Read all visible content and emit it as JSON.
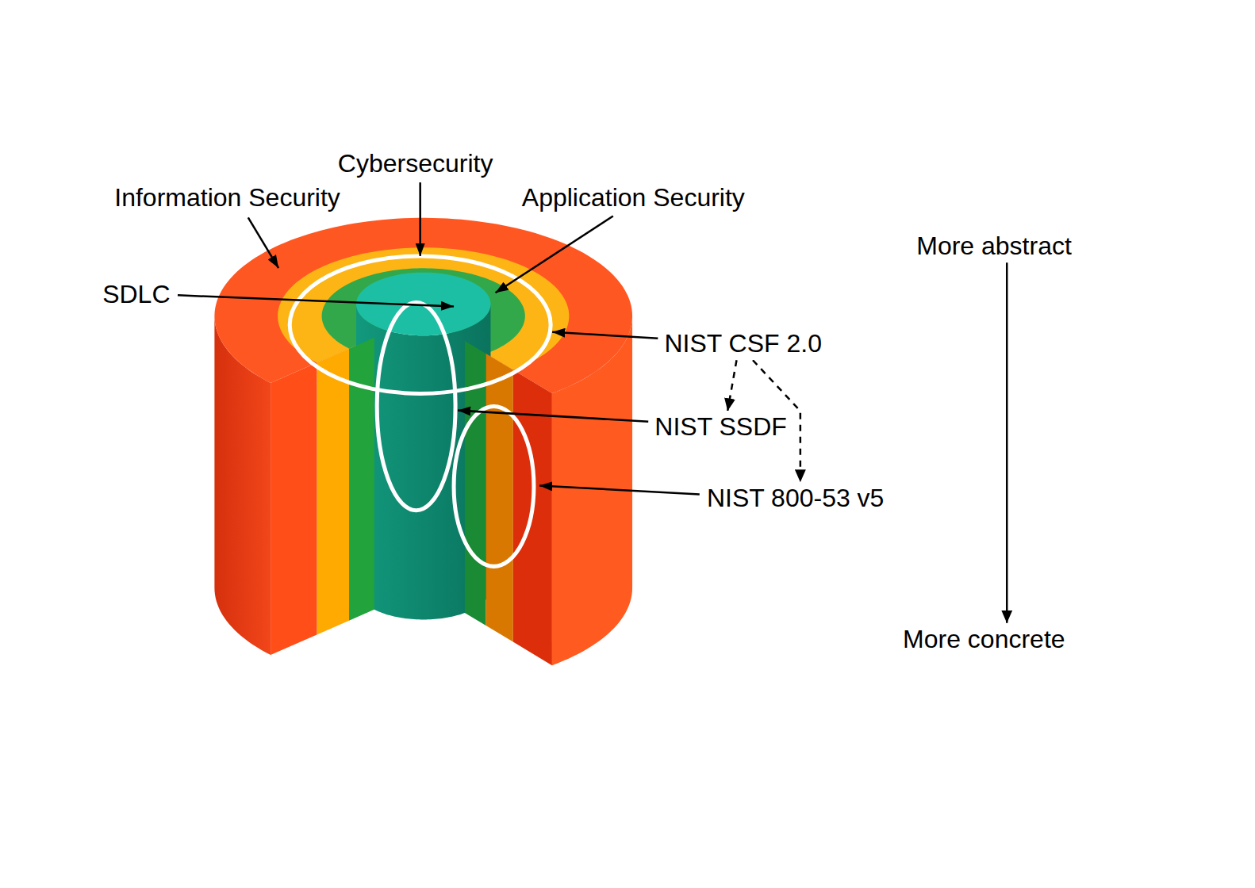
{
  "diagram": {
    "nodes": [
      {
        "text": [
          "NIST CSF 2.0"
        ]
      },
      {
        "text": [
          "NIST SSDF"
        ]
      },
      {
        "text": [
          "NIST 800-53 v5"
        ]
      },
      {
        "text": [
          "More abstract"
        ]
      },
      {
        "text": [
          "More concrete"
        ]
      }
    ],
    "edges": [
      {
        "from": 0,
        "to": 1,
        "arrow": "to"
      },
      {
        "from": 0,
        "to": 2,
        "arrow": "to"
      },
      {
        "from": 3,
        "to": 4,
        "arrow": "to"
      }
    ],
    "labels": [
      "Information Security",
      "Cybersecurity",
      "Application Security",
      "SDLC"
    ]
  }
}
